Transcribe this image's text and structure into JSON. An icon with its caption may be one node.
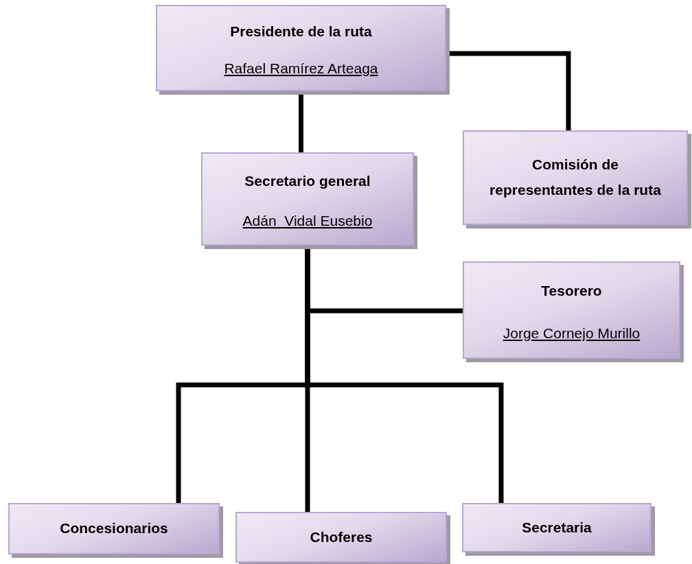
{
  "diagram": {
    "nodes": [
      {
        "text": [
          "Presidente de la ruta",
          "Rafael Ramírez Arteaga"
        ]
      },
      {
        "text": [
          "Secretario general",
          "Adán  Vidal Eusebio"
        ]
      },
      {
        "text": [
          "Comisión de representantes de la ruta"
        ]
      },
      {
        "text": [
          "Tesorero",
          "Jorge Cornejo Murillo"
        ]
      },
      {
        "text": [
          "Concesionarios"
        ]
      },
      {
        "text": [
          "Choferes"
        ]
      },
      {
        "text": [
          "Secretaria"
        ]
      }
    ],
    "edges": [
      {
        "from": 0,
        "to": 1,
        "arrow": "none"
      },
      {
        "from": 0,
        "to": 2,
        "arrow": "none"
      },
      {
        "from": 1,
        "to": 3,
        "arrow": "none"
      },
      {
        "from": 1,
        "to": 4,
        "arrow": "none"
      },
      {
        "from": 1,
        "to": 5,
        "arrow": "none"
      },
      {
        "from": 1,
        "to": 6,
        "arrow": "none"
      }
    ]
  }
}
